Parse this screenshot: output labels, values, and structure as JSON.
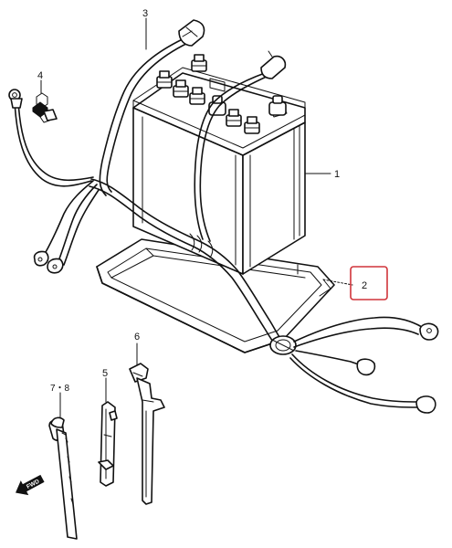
{
  "callouts": {
    "battery": "1",
    "tray": "2",
    "positive_cable": "3",
    "terminal_bolt": "4",
    "bracket_rod": "5",
    "holder_bracket": "6",
    "rod_and_clamp": "7・8"
  },
  "direction_marker": "FWD",
  "colors": {
    "line": "#111111",
    "highlight": "#d0343a",
    "background": "#ffffff"
  }
}
